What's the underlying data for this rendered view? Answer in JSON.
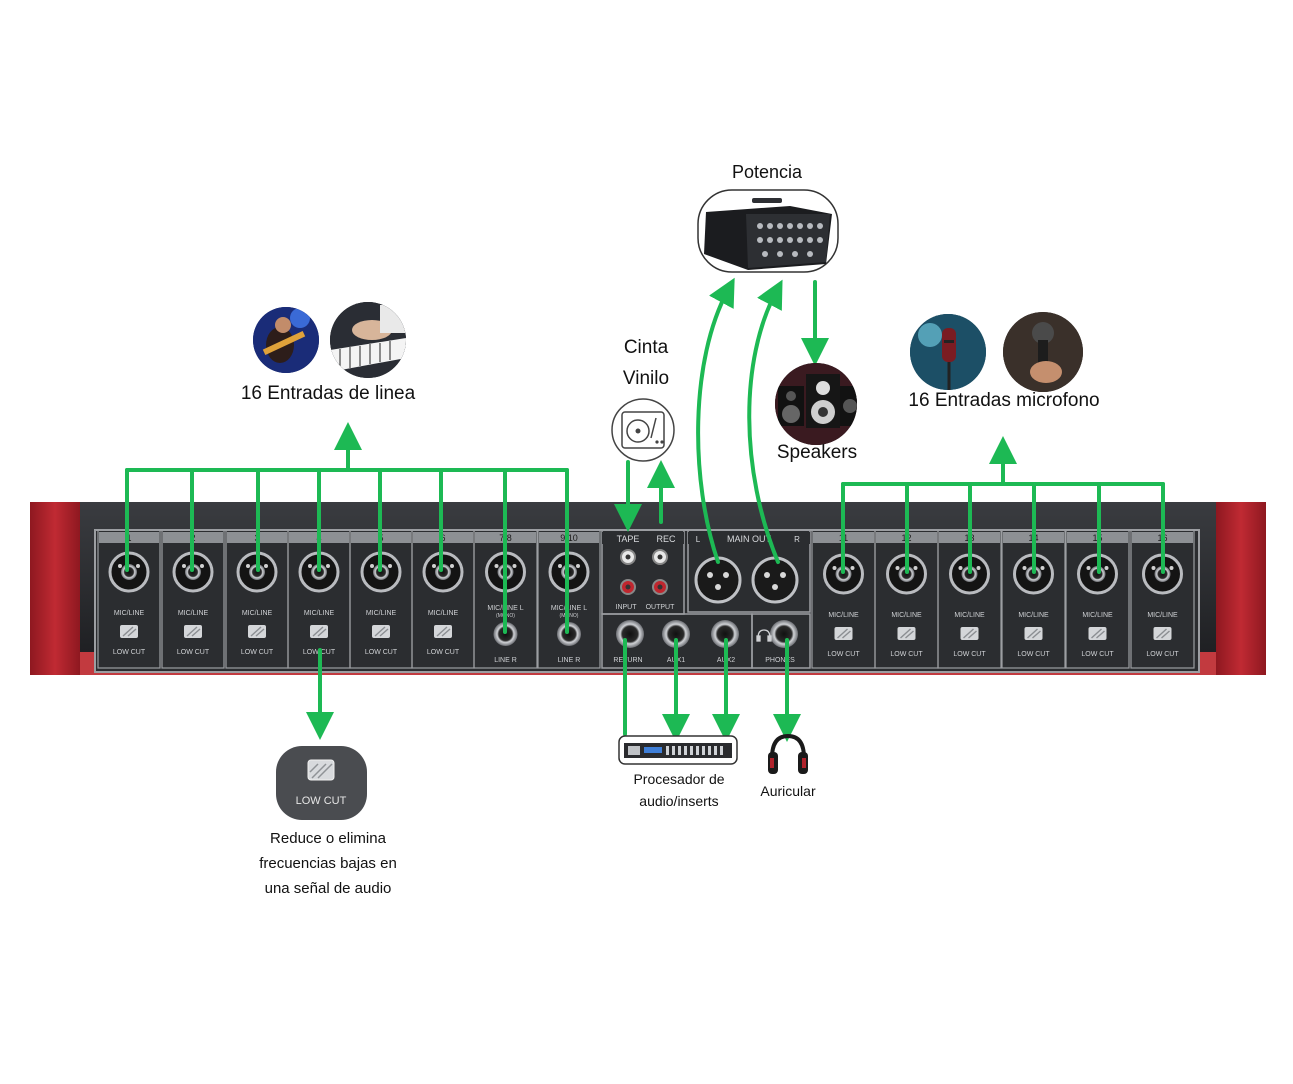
{
  "labels": {
    "line_inputs": "16 Entradas de linea",
    "mic_inputs": "16 Entradas microfono",
    "power": "Potencia",
    "speakers": "Speakers",
    "tape_line1": "Cinta",
    "tape_line2": "Vinilo",
    "processor_line1": "Procesador de",
    "processor_line2": "audio/inserts",
    "headphones": "Auricular",
    "lowcut_desc_line1": "Reduce o elimina",
    "lowcut_desc_line2": "frecuencias bajas en",
    "lowcut_desc_line3": "una señal de audio",
    "lowcut_callout": "LOW CUT"
  },
  "panel": {
    "left_channels": [
      "1",
      "2",
      "3",
      "4",
      "5",
      "6",
      "7/8",
      "9/10"
    ],
    "right_channels": [
      "11",
      "12",
      "13",
      "14",
      "15",
      "16"
    ],
    "mic_line": "MIC/LINE",
    "mic_line_l": "MIC/LINE L",
    "mono": "(MONO)",
    "line_r": "LINE R",
    "low_cut": "LOW CUT",
    "tape": "TAPE",
    "rec": "REC",
    "input": "INPUT",
    "output": "OUTPUT",
    "main_out": "MAIN OUT",
    "main_l": "L",
    "main_r": "R",
    "return": "RETURN",
    "aux1": "AUX1",
    "aux2": "AUX2",
    "phones": "PHONES"
  },
  "colors": {
    "arrow": "#1db954",
    "panel": "#2b2d30",
    "panel_border": "#9c9ea2",
    "side_red": "#b0202a",
    "bottom_red": "#c23a3f"
  },
  "icons": {
    "line_inputs": [
      "guitarist-icon",
      "keyboard-player-icon"
    ],
    "mic_inputs": [
      "studio-mic-icon",
      "handheld-mic-icon"
    ],
    "tape": "turntable-icon",
    "power": "power-amplifier-icon",
    "speakers": "speakers-icon",
    "processor": "rack-processor-icon",
    "headphones": "headphones-icon"
  }
}
